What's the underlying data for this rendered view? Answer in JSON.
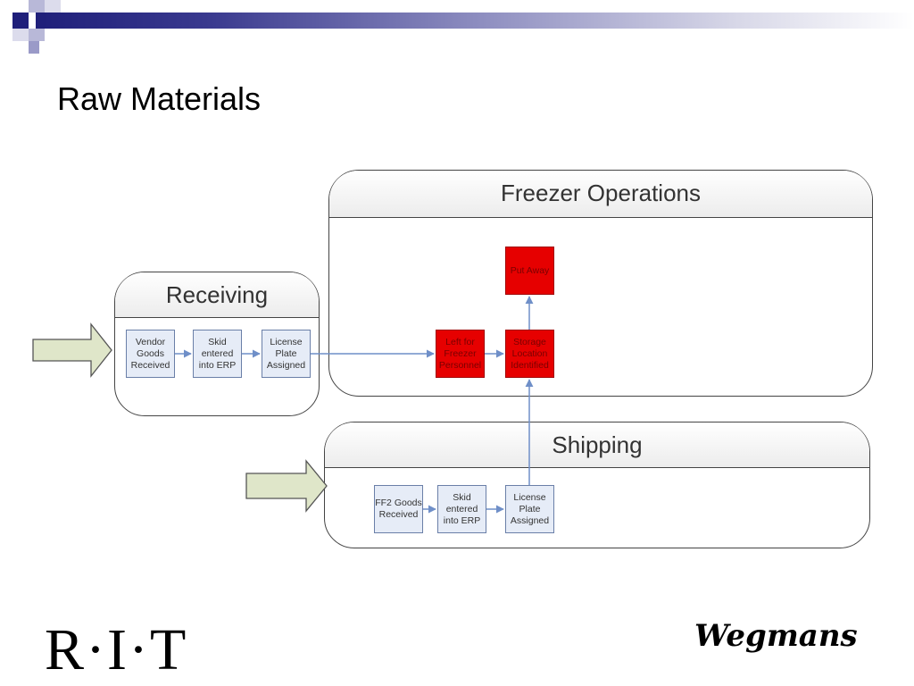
{
  "slide": {
    "title": "Raw Materials"
  },
  "panels": {
    "freezer": {
      "label": "Freezer Operations"
    },
    "receiving": {
      "label": "Receiving"
    },
    "shipping": {
      "label": "Shipping"
    }
  },
  "boxes": {
    "vendor_goods": "Vendor Goods Received",
    "skid_receiving": "Skid entered into ERP",
    "license_receiving": "License Plate Assigned",
    "left_for_freezer": "Left for Freezer Personnel",
    "storage_location": "Storage Location Identified",
    "put_away": "Put Away",
    "ff2_goods": "FF2 Goods Received",
    "skid_shipping": "Skid entered into ERP",
    "license_shipping": "License Plate Assigned"
  },
  "logos": {
    "rit": "R·I·T",
    "wegmans": "Wegmans"
  },
  "colors": {
    "process_box": "#e6ecf7",
    "highlight_box": "#e60000",
    "connector": "#6f8fc8",
    "input_arrow": "#dfe6c9"
  }
}
